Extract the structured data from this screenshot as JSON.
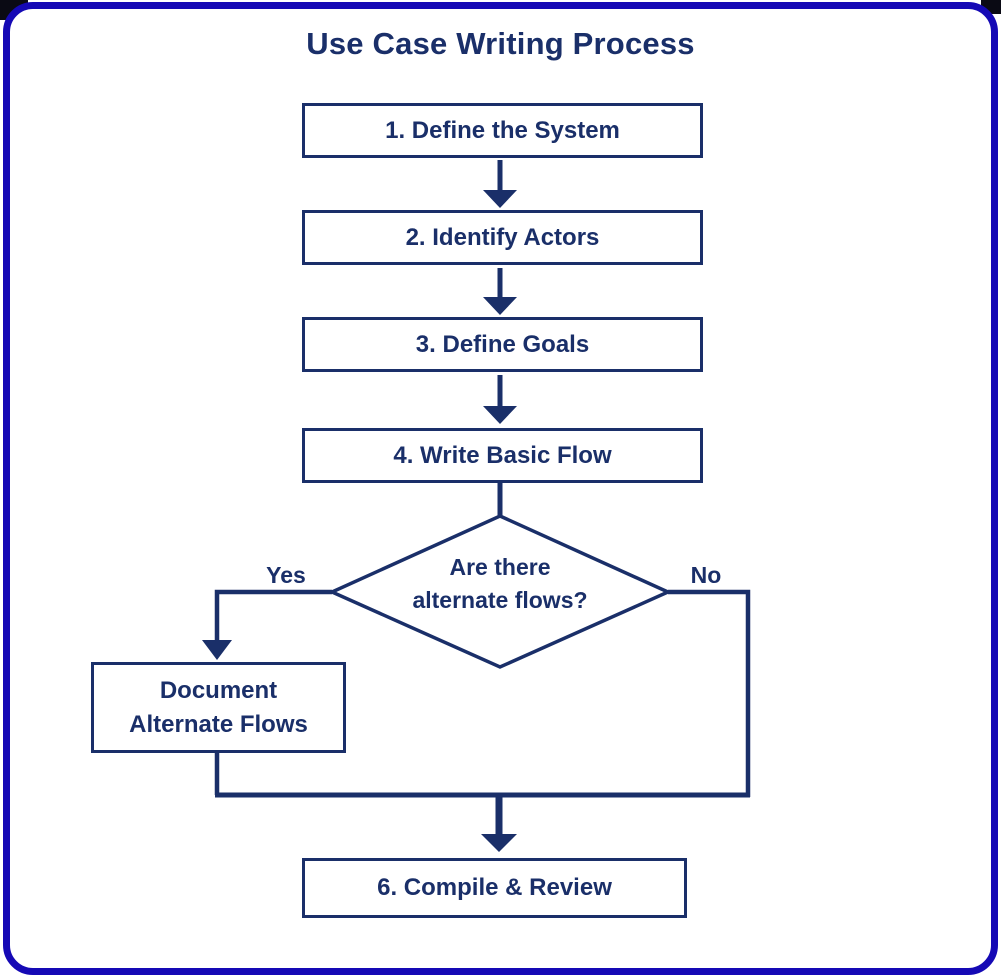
{
  "title": "Use Case Writing Process",
  "colors": {
    "navy": "#1a2f69",
    "frame_blue": "#1509b5",
    "background": "#ffffff"
  },
  "steps": [
    {
      "label": "1. Define the System"
    },
    {
      "label": "2. Identify Actors"
    },
    {
      "label": "3. Define Goals"
    },
    {
      "label": "4. Write Basic Flow"
    }
  ],
  "decision": {
    "lines": [
      "Are there",
      "alternate flows?"
    ],
    "yes_label": "Yes",
    "no_label": "No"
  },
  "alternate_box": {
    "lines": [
      "Document",
      "Alternate Flows"
    ]
  },
  "final_step": {
    "label": "6. Compile & Review"
  }
}
